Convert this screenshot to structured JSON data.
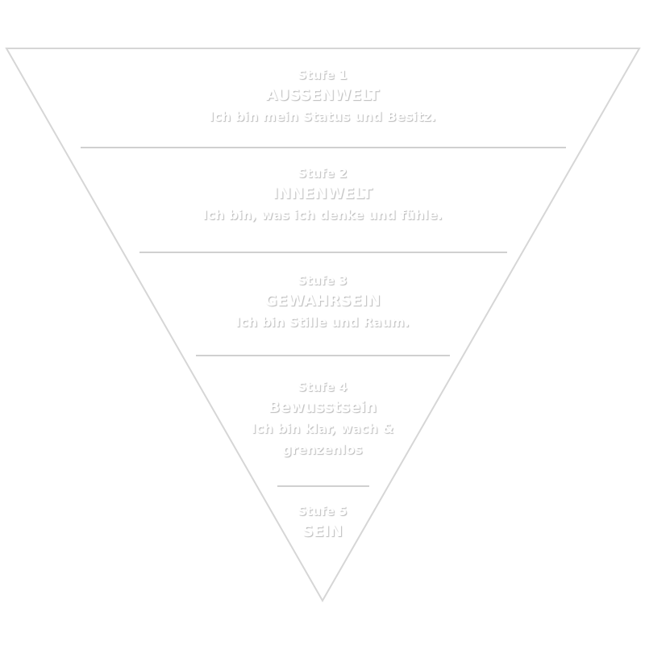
{
  "colors": {
    "outline": "#d6d6d6",
    "divider": "#d0d0d0",
    "text": "#ffffff",
    "background": "#ffffff"
  },
  "levels": [
    {
      "stufe": "Stufe 1",
      "name": "AUSSENWELT",
      "description": "Ich bin mein Status und Besitz."
    },
    {
      "stufe": "Stufe 2",
      "name": "INNENWELT",
      "description": "Ich bin, was ich denke und fühle."
    },
    {
      "stufe": "Stufe 3",
      "name": "GEWAHRSEIN",
      "description": "Ich bin Stille und Raum."
    },
    {
      "stufe": "Stufe 4",
      "name": "Bewusstsein",
      "description_lines": [
        "Ich bin klar, wach &",
        "grenzenlos"
      ]
    },
    {
      "stufe": "Stufe 5",
      "name": "SEIN"
    }
  ]
}
